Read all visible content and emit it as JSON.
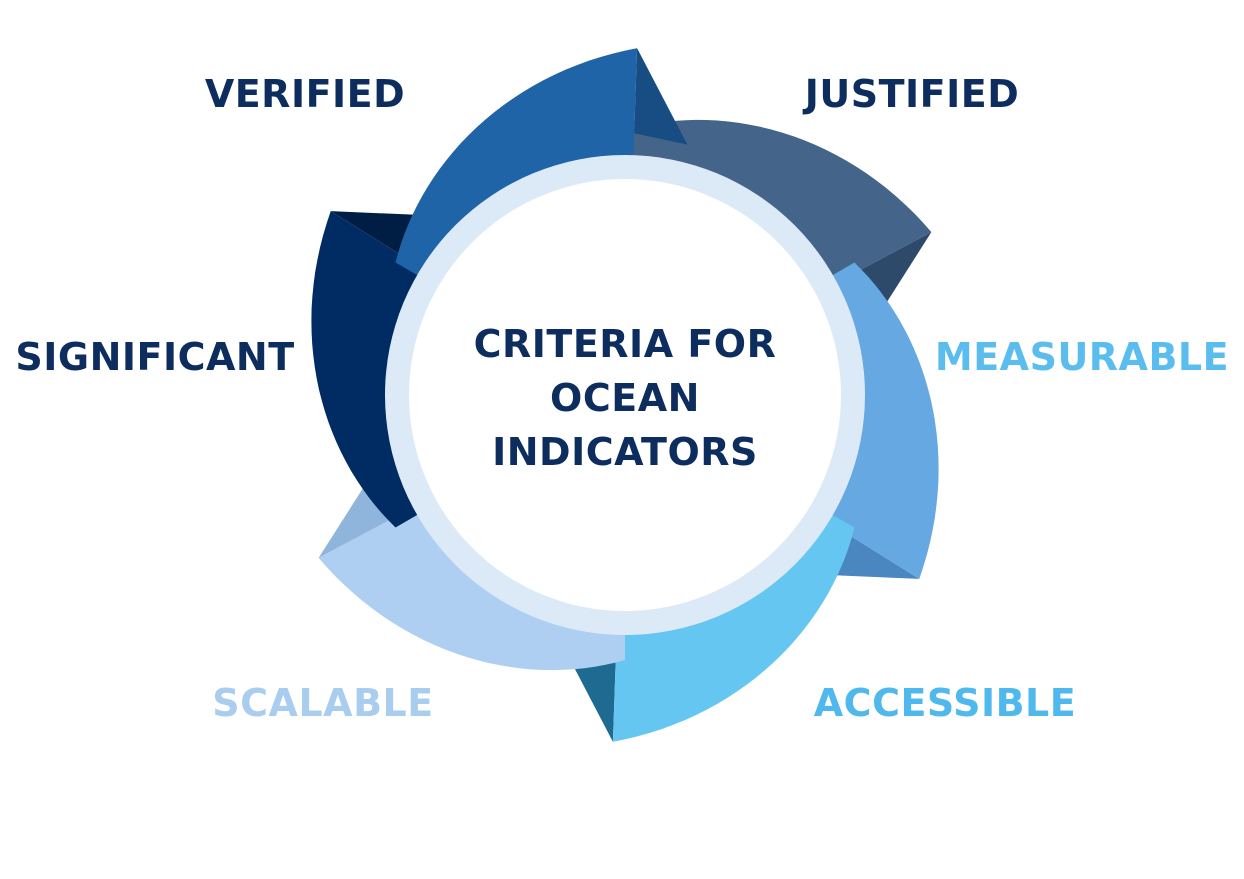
{
  "title_lines": [
    "CRITERIA FOR",
    "OCEAN",
    "INDICATORS"
  ],
  "segments": [
    {
      "label": "JUSTIFIED",
      "color": "#44648a",
      "shade": "#2e4a6b",
      "label_color": "#0d2d5e"
    },
    {
      "label": "MEASURABLE",
      "color": "#65a8e2",
      "shade": "#4a86c0",
      "label_color": "#5bbdee"
    },
    {
      "label": "ACCESSIBLE",
      "color": "#66c6f2",
      "shade": "#1f6a90",
      "label_color": "#4fb8ec"
    },
    {
      "label": "SCALABLE",
      "color": "#aecff1",
      "shade": "#8fb5dc",
      "label_color": "#a9cdef"
    },
    {
      "label": "SIGNIFICANT",
      "color": "#012c63",
      "shade": "#001d44",
      "label_color": "#0d2d5e"
    },
    {
      "label": "VERIFIED",
      "color": "#1f64a6",
      "shade": "#174d82",
      "label_color": "#0d2d5e"
    }
  ],
  "ring_color": "#dceaf8"
}
